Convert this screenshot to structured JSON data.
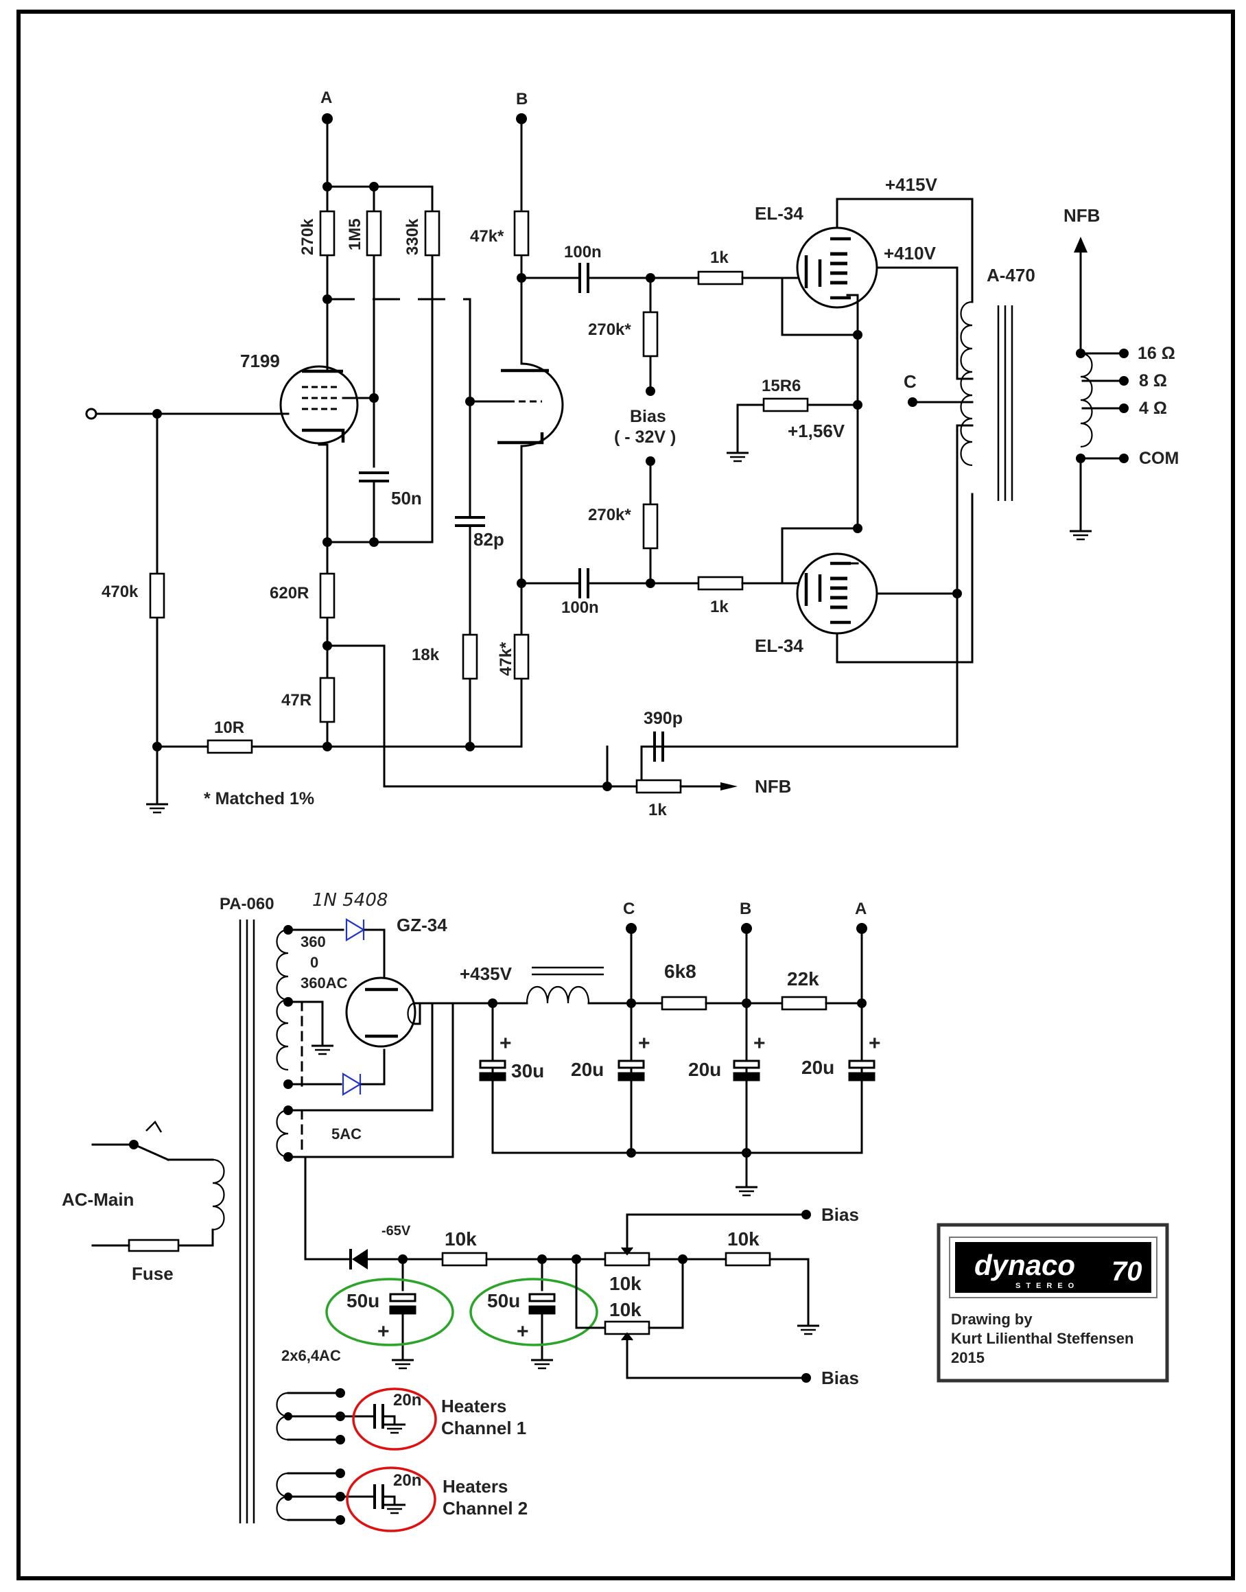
{
  "nodes": {
    "a_top": "A",
    "b_top": "B",
    "c_out": "C",
    "c_ps": "C",
    "b_ps": "B",
    "a_ps": "A"
  },
  "tubes": {
    "driver": "7199",
    "out_top": "EL-34",
    "out_bottom": "EL-34",
    "rectifier": "GZ-34"
  },
  "resistors": {
    "r270k_a": "270k",
    "r1m5": "1M5",
    "r330k": "330k",
    "r47k_top": "47k*",
    "r470k": "470k",
    "r620r": "620R",
    "r47r": "47R",
    "r10r": "10R",
    "r18k": "18k",
    "r47k_bot": "47k*",
    "r270k_top": "270k*",
    "r270k_bot": "270k*",
    "r1k_top": "1k",
    "r1k_bot": "1k",
    "r15r6": "15R6",
    "r1k_nfb": "1k",
    "r6k8": "6k8",
    "r22k": "22k",
    "r10k_1": "10k",
    "r10k_2": "10k",
    "pot1": "10k",
    "pot2": "10k"
  },
  "capacitors": {
    "c50n": "50n",
    "c82p": "82p",
    "c100n_top": "100n",
    "c100n_bot": "100n",
    "c390p": "390p",
    "c30u": "30u",
    "c20u_1": "20u",
    "c20u_2": "20u",
    "c20u_3": "20u",
    "c50u_1": "50u",
    "c50u_2": "50u",
    "c20n_1": "20n",
    "c20n_2": "20n"
  },
  "voltages": {
    "v415": "+415V",
    "v410": "+410V",
    "v156": "+1,56V",
    "v435": "+435V",
    "vneg65": "-65V"
  },
  "bias": {
    "label": "Bias",
    "value": "( - 32V )",
    "out_top": "Bias",
    "out_bottom": "Bias"
  },
  "output_transformer": {
    "name": "A-470",
    "nfb_arrow": "NFB",
    "nfb_input": "NFB",
    "taps": [
      "16 Ω",
      "8 Ω",
      "4 Ω",
      "COM"
    ]
  },
  "power_transformer": {
    "name": "PA-060",
    "hv_top": "360",
    "hv_ct": "0",
    "hv_label": "360AC",
    "rect_heater": "5AC",
    "heater_windings": "2x6,4AC"
  },
  "diode_note": "1N 5408",
  "mains": {
    "ac": "AC-Main",
    "fuse": "Fuse"
  },
  "notes": {
    "matched": "* Matched 1%"
  },
  "heaters": {
    "ch1_a": "Heaters",
    "ch1_b": "Channel 1",
    "ch2_a": "Heaters",
    "ch2_b": "Channel 2"
  },
  "credit": {
    "logo": "dynaco",
    "logo_model": "70",
    "logo_sub": "STEREO",
    "line1": "Drawing by",
    "line2": "Kurt Lilienthal Steffensen",
    "line3": "2015"
  }
}
